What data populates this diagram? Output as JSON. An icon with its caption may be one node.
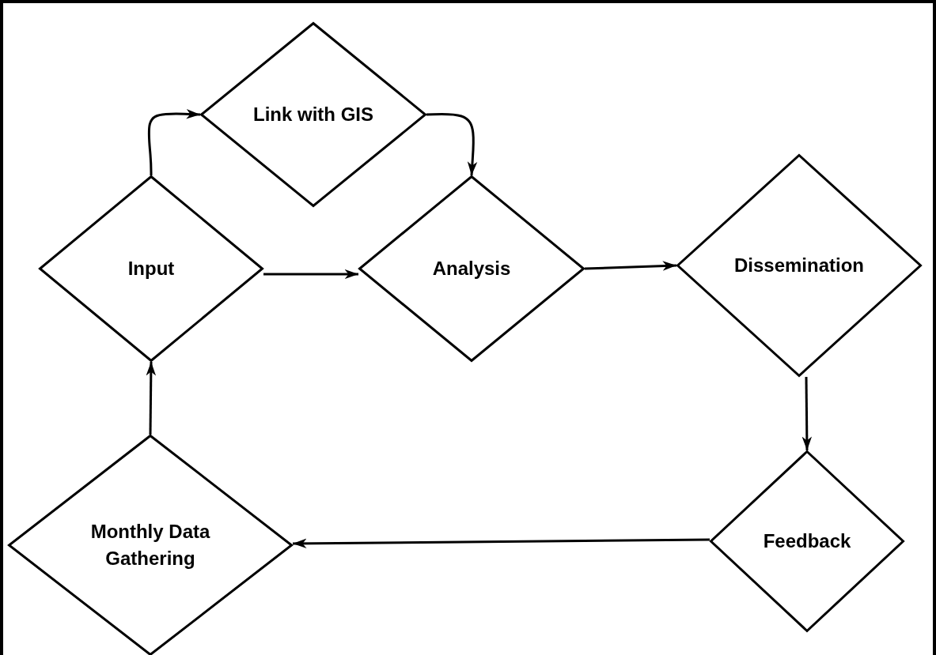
{
  "diagram": {
    "nodes": [
      {
        "text": [
          "Link with GIS"
        ]
      },
      {
        "text": [
          "Input"
        ]
      },
      {
        "text": [
          "Analysis"
        ]
      },
      {
        "text": [
          "Dissemination"
        ]
      },
      {
        "text": [
          "Monthly Data Gathering"
        ]
      },
      {
        "text": [
          "Feedback"
        ]
      }
    ],
    "edges": [
      {
        "from": 1,
        "to": 0,
        "arrow": "to"
      },
      {
        "from": 0,
        "to": 2,
        "arrow": "to"
      },
      {
        "from": 1,
        "to": 2,
        "arrow": "to"
      },
      {
        "from": 2,
        "to": 3,
        "arrow": "to"
      },
      {
        "from": 3,
        "to": 5,
        "arrow": "to"
      },
      {
        "from": 5,
        "to": 4,
        "arrow": "to"
      },
      {
        "from": 4,
        "to": 1,
        "arrow": "to"
      }
    ]
  }
}
